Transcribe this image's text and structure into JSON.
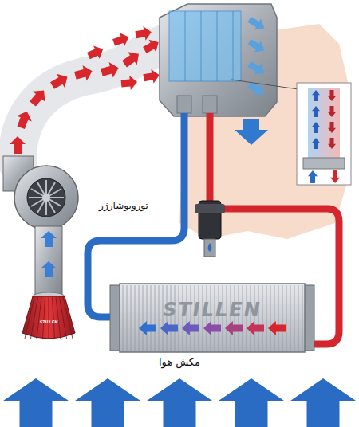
{
  "diagram": {
    "nodes": [
      {
        "text": [
          "توروبوشارژر"
        ]
      },
      {
        "text": [
          "STILLEN"
        ]
      }
    ],
    "labels": [
      "مکش هوا",
      "STILLEN"
    ]
  }
}
